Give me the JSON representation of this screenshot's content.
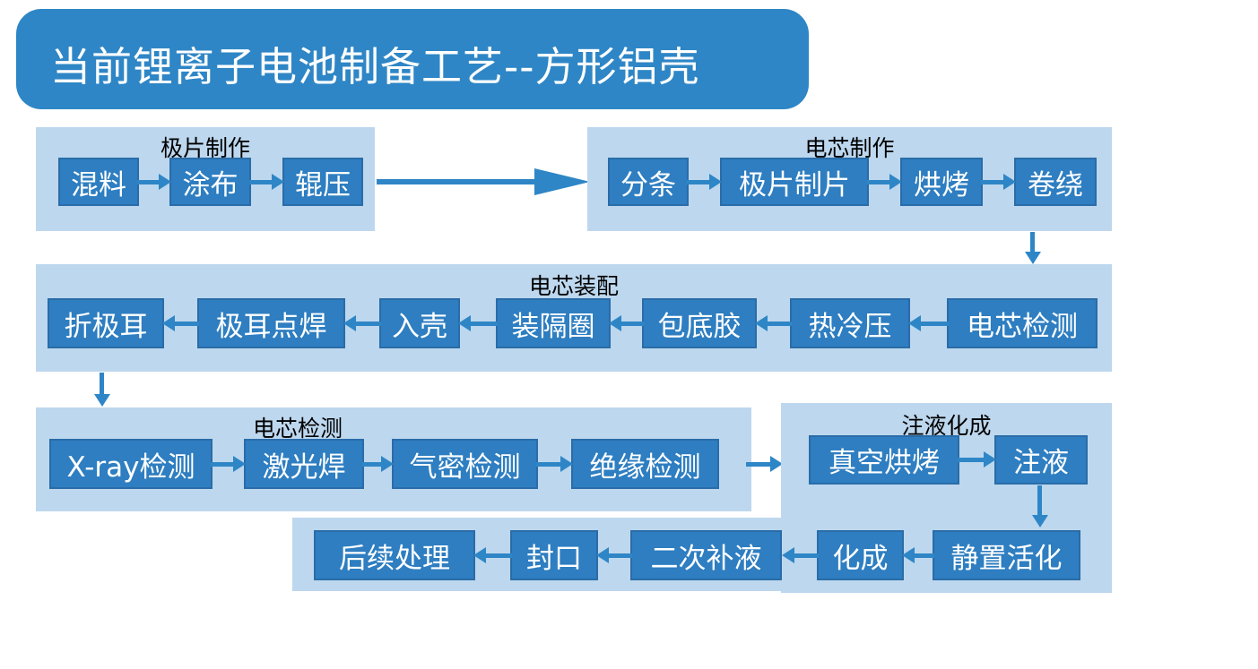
{
  "title": "当前锂离子电池制备工艺--方形铝壳",
  "colors": {
    "banner_blue": "#2E86C6",
    "box_blue": "#2E7EC1",
    "box_border": "#2A6CA8",
    "group_light_blue": "#BDD7EE",
    "arrow_blue": "#2E86C6",
    "box_text": "#FFFFFF",
    "header_text": "#000000"
  },
  "groups": [
    {
      "header": "极片制作",
      "arrow_direction": "right",
      "boxes": [
        "混料",
        "涂布",
        "辊压"
      ]
    },
    {
      "header": "电芯制作",
      "arrow_direction": "right",
      "boxes": [
        "分条",
        "极片制片",
        "烘烤",
        "卷绕"
      ]
    },
    {
      "header": "电芯装配",
      "arrow_direction": "left",
      "boxes": [
        "折极耳",
        "极耳点焊",
        "入壳",
        "装隔圈",
        "包底胶",
        "热冷压",
        "电芯检测"
      ]
    },
    {
      "header": "电芯检测",
      "arrow_direction": "right",
      "boxes": [
        "X-ray检测",
        "激光焊",
        "气密检测",
        "绝缘检测"
      ]
    },
    {
      "header": "注液化成",
      "arrow_direction": "right-then-down",
      "boxes": [
        "真空烘烤",
        "注液",
        "静置活化"
      ]
    },
    {
      "header": "",
      "arrow_direction": "left",
      "boxes": [
        "后续处理",
        "封口",
        "二次补液",
        "化成"
      ]
    }
  ]
}
